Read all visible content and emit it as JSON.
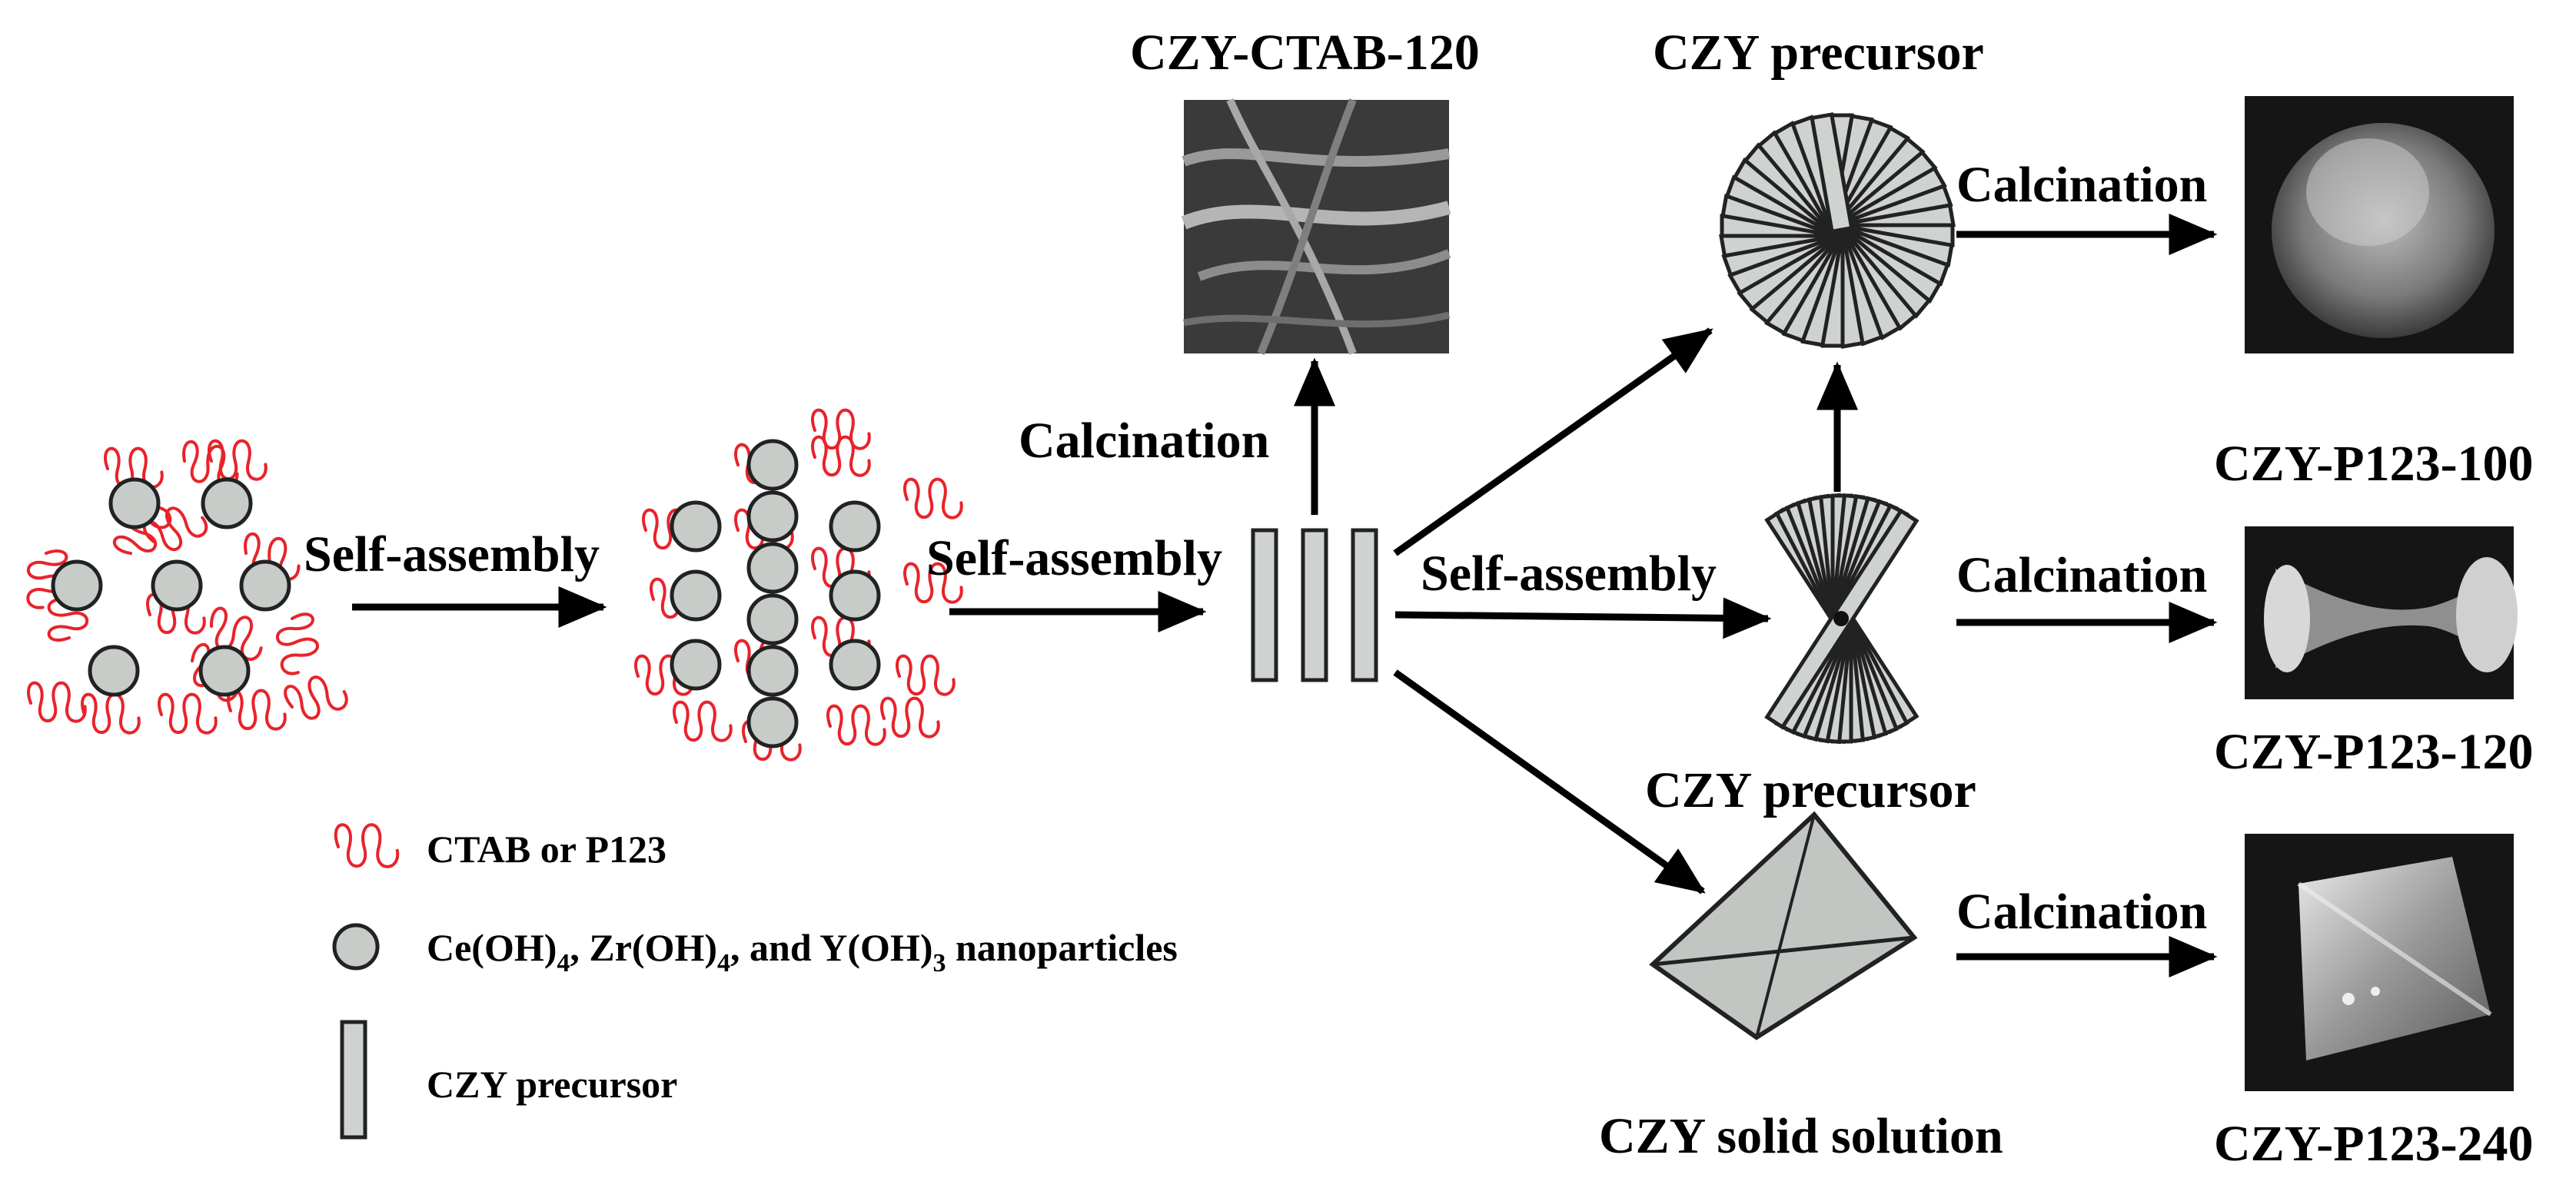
{
  "steps": {
    "self_assembly_1": "Self-assembly",
    "self_assembly_2": "Self-assembly",
    "self_assembly_3": "Self-assembly",
    "calcination_up": "Calcination",
    "calcination_100": "Calcination",
    "calcination_120": "Calcination",
    "calcination_240": "Calcination"
  },
  "products": {
    "ctab_120": "CZY-CTAB-120",
    "p123_100": "CZY-P123-100",
    "p123_120": "CZY-P123-120",
    "p123_240": "CZY-P123-240"
  },
  "intermediates": {
    "precursor_top": "CZY precursor",
    "precursor_mid": "CZY precursor",
    "solid_solution": "CZY solid solution"
  },
  "legend": {
    "surfactant": "CTAB or P123",
    "nanoparticles_prefix_1": "Ce(OH)",
    "sub_4a": "4",
    "nanoparticles_prefix_2": ", Zr(OH)",
    "sub_4b": "4",
    "nanoparticles_prefix_3": ", and Y(OH)",
    "sub_3": "3",
    "nanoparticles_suffix": " nanoparticles",
    "rod": "CZY precursor"
  },
  "icons": {
    "surfactant": "red-coil-icon",
    "particle": "grey-circle-icon",
    "rod": "grey-rod-icon"
  },
  "colors": {
    "surfactant": "#e8232a",
    "particle": "#c8ccc8",
    "image_bg": "#1a1a1a"
  }
}
